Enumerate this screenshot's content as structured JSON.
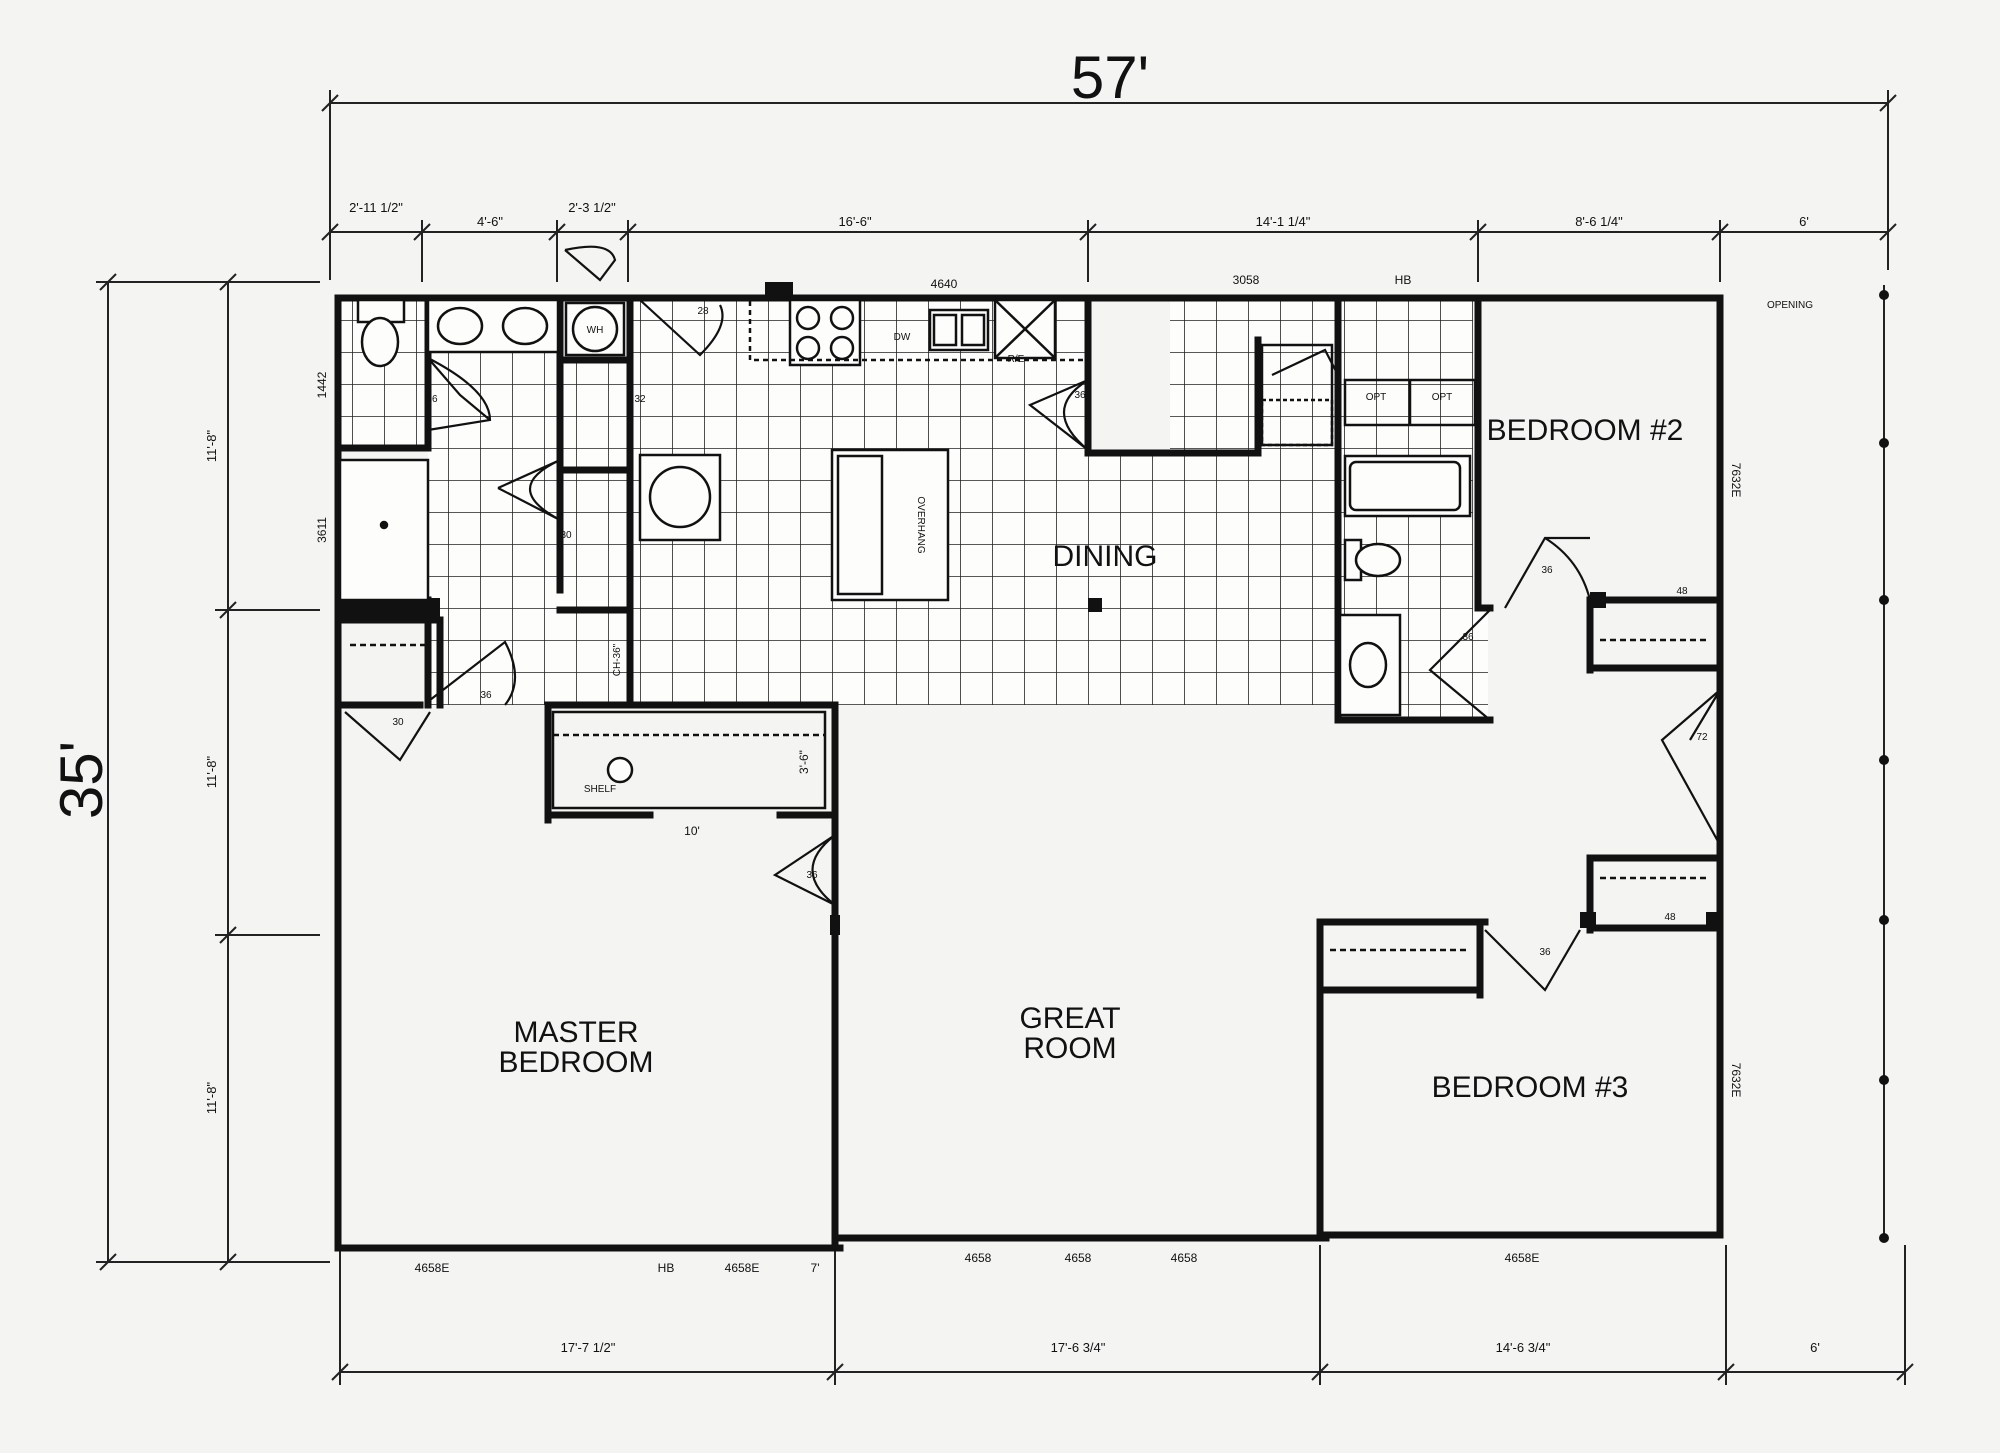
{
  "overall": {
    "width": "57'",
    "depth": "35'"
  },
  "top_dims": [
    "2'-11 1/2\"",
    "4'-6\"",
    "2'-3 1/2\"",
    "16'-6\"",
    "14'-1 1/4\"",
    "8'-6 1/4\"",
    "6'"
  ],
  "bottom_dims": [
    "17'-7 1/2\"",
    "17'-6 3/4\"",
    "14'-6 3/4\"",
    "6'"
  ],
  "left_dims": [
    "11'-8\"",
    "11'-8\"",
    "11'-8\""
  ],
  "rooms": {
    "dining": "DINING",
    "great_room": [
      "GREAT",
      "ROOM"
    ],
    "master": [
      "MASTER",
      "BEDROOM"
    ],
    "bedroom2": "BEDROOM #2",
    "bedroom3": "BEDROOM #3"
  },
  "window_labels": {
    "kitchen": "4640",
    "dining": "3058",
    "hb_top": "HB",
    "bath": "3611",
    "left": "1442",
    "bed2": "7632E",
    "bed3": "7632E",
    "bottom": [
      "4658E",
      "HB",
      "4658E",
      "4658",
      "4658",
      "4658",
      "4658E"
    ],
    "opening": "OPENING"
  },
  "door_labels": {
    "bath": "36",
    "hall1": "32",
    "hall2": "30",
    "laundry": "28",
    "entry": "36",
    "master": "30",
    "master2": "36",
    "pantry": "36",
    "bed2": "36",
    "bed3": "36",
    "front": "36",
    "closet": "72",
    "closet2": "48",
    "closet3": "48"
  },
  "fixture_labels": {
    "wh": "WH",
    "island": "OVERHANG",
    "closet_depth": "3'-6\"",
    "closet_width": "10'",
    "ch": "CH-36\"",
    "dw": "DW",
    "re": "R/E",
    "opt1": "OPT",
    "opt2": "OPT",
    "shelf": "SHELF",
    "seven": "7'"
  }
}
